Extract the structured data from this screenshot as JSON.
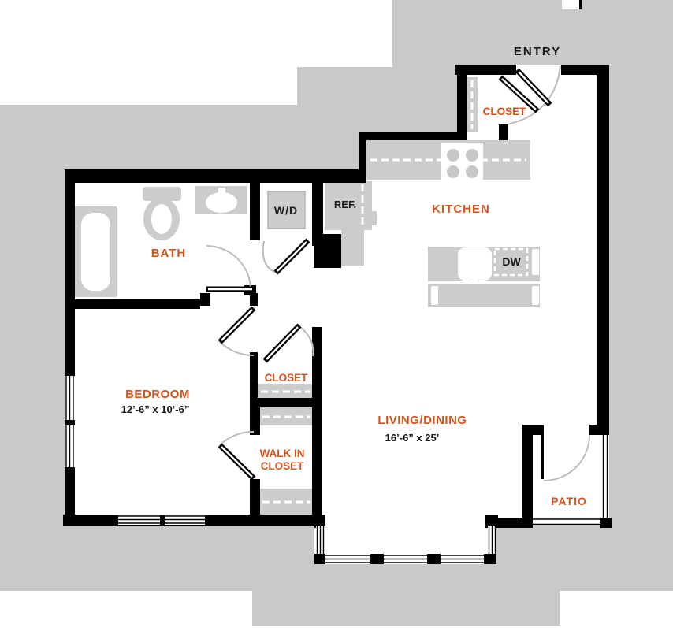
{
  "title": "apartment-floor-plan",
  "colors": {
    "accent_orange": "#d8531a",
    "wall_black": "#000000",
    "building_mass_gray": "#c8c9c8",
    "fixture_gray": "#cbcccb",
    "door_arc_gray": "#bdbdbd",
    "text_dark": "#161616"
  },
  "labels": {
    "entry": "ENTRY",
    "entry_closet": "CLOSET",
    "kitchen": "KITCHEN",
    "refrigerator": "REF.",
    "washer_dryer": "W/D",
    "dishwasher": "DW",
    "bath": "BATH",
    "bedroom": "BEDROOM",
    "bedroom_dims": "12’-6” x 10’-6”",
    "closet": "CLOSET",
    "walk_in_line1": "WALK IN",
    "walk_in_line2": "CLOSET",
    "living_dining": "LIVING/DINING",
    "living_dims": "16’-6” x 25’",
    "patio": "PATIO"
  }
}
